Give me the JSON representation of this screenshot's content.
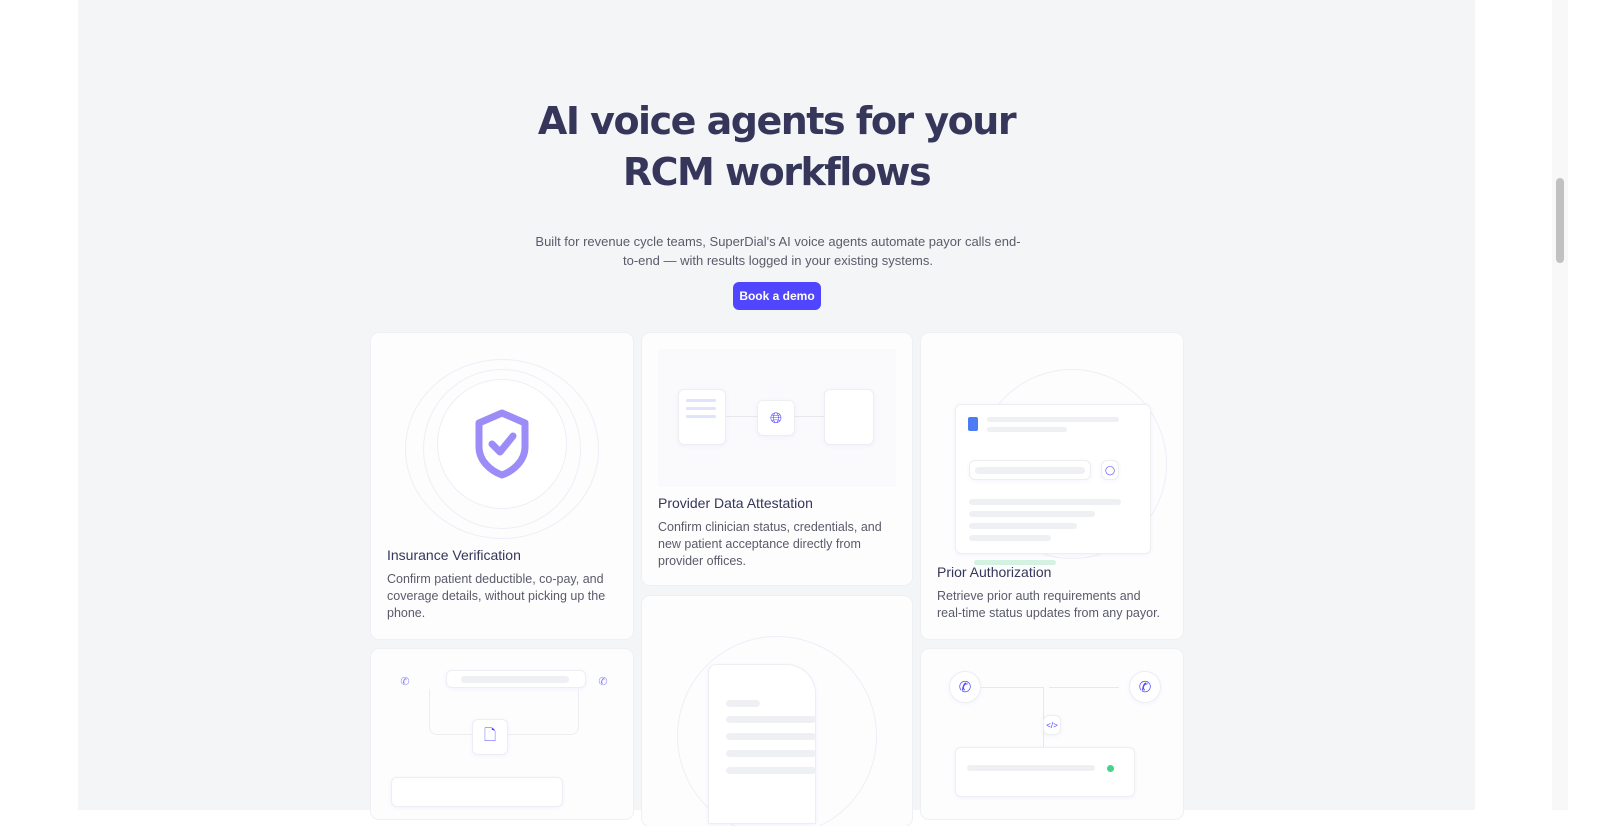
{
  "hero": {
    "title_line1": "AI voice agents for your",
    "title_line2": "RCM workflows",
    "subtitle": "Built for revenue cycle teams, SuperDial's AI voice agents automate payor calls end-to-end — with results logged in your existing systems.",
    "cta": "Book a demo"
  },
  "cards": [
    {
      "title": "Insurance Verification",
      "desc": "Confirm patient deductible, co-pay, and coverage details, without picking up the phone."
    },
    {
      "title": "Provider Data Attestation",
      "desc": "Confirm clinician status, credentials, and new patient acceptance directly from provider offices."
    },
    {
      "title": "Prior Authorization",
      "desc": "Retrieve prior auth requirements and real-time status updates from any payor."
    }
  ],
  "colors": {
    "accent": "#5046fe",
    "heading": "#35365a",
    "background": "#f4f5f7"
  }
}
